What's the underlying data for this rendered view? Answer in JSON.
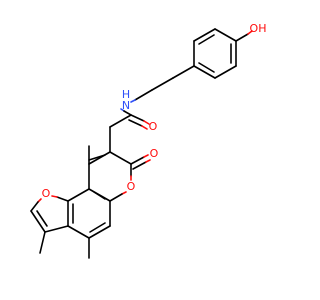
{
  "molecule": {
    "atom_labels": {
      "hydroxyl": "OH",
      "amide_nh": "H",
      "amide_n": "N",
      "amide_o": "O",
      "lactone_carbonyl_o": "O",
      "lactone_ring_o": "O",
      "furan_o": "O"
    },
    "colors": {
      "oxygen": "#ff0d0d",
      "nitrogen": "#3050f8",
      "carbon": "#000000"
    }
  }
}
